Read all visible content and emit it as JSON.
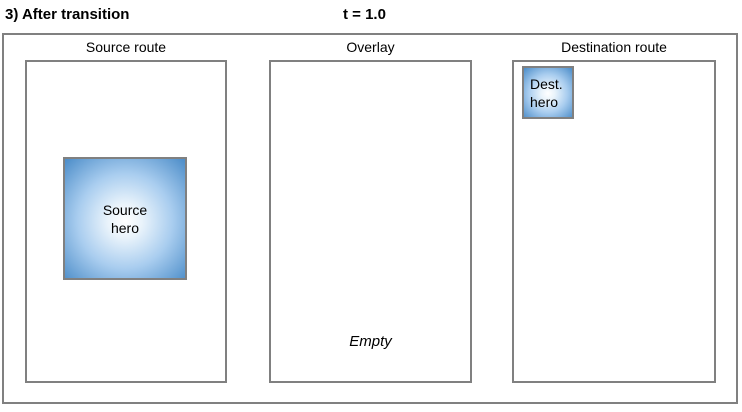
{
  "header": {
    "title": "3) After transition",
    "t_value": "t = 1.0"
  },
  "panels": {
    "source": {
      "label": "Source route",
      "hero": {
        "line1": "Source",
        "line2": "hero"
      }
    },
    "overlay": {
      "label": "Overlay",
      "empty_label": "Empty"
    },
    "destination": {
      "label": "Destination route",
      "hero": {
        "line1": "Dest.",
        "line2": "hero"
      }
    }
  },
  "colors": {
    "frame_border": "#808080",
    "panel_border": "#808080",
    "hero_border": "#808080",
    "hero_gradient_center": "#ffffff",
    "hero_gradient_mid": "#a9cdef",
    "hero_gradient_edge": "#4f8fca",
    "text": "#000000",
    "background": "#ffffff"
  }
}
